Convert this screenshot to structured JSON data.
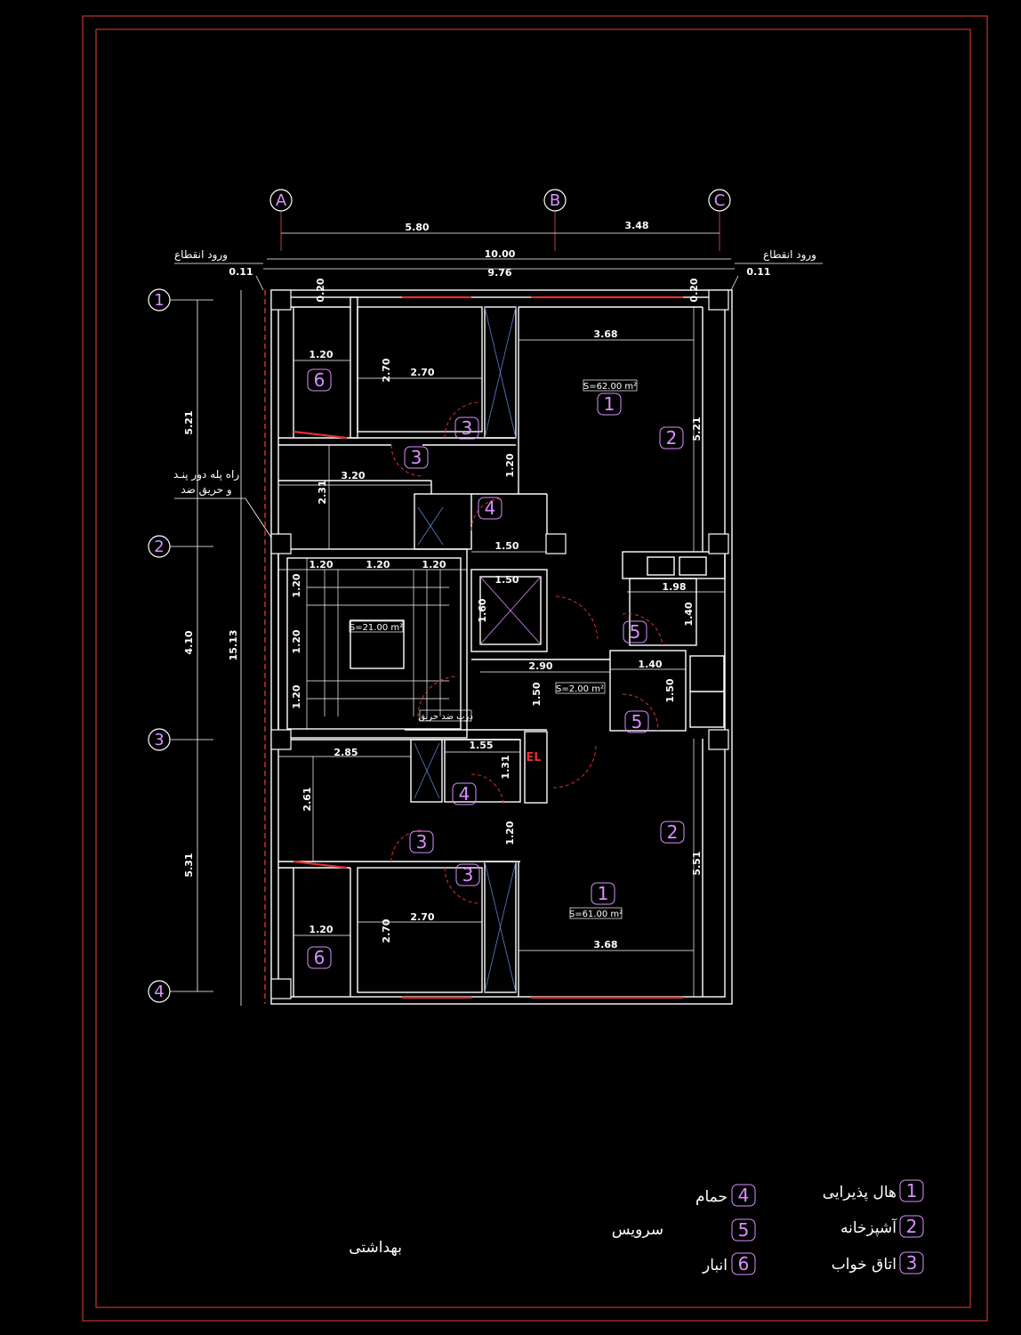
{
  "colors": {
    "background": "#000000",
    "frame": "#c0392b",
    "wall": "#ffffff",
    "window": "#e03030",
    "door_arc": "#e03030",
    "tag": "#d990ff",
    "grid_line": "#e05050"
  },
  "grid_axes": {
    "columns": [
      "A",
      "B",
      "C"
    ],
    "rows": [
      "1",
      "2",
      "3",
      "4"
    ]
  },
  "dimensions": {
    "top_ab": "5.80",
    "top_bc": "3.48",
    "total_outer": "10.00",
    "total_inner": "9.76",
    "offset_left": "0.11",
    "offset_right": "0.11",
    "left_1_2": "5.21",
    "left_2_3": "4.10",
    "left_3_4": "5.31",
    "left_total": "15.13",
    "wall_top_left": "0.20",
    "wall_top_right": "0.20",
    "top_room_3_68": "3.68",
    "bedroom_top_w": "2.70",
    "bedroom_top_h": "2.70",
    "storage_top_w": "1.20",
    "right_5_21": "5.21",
    "hall_3_20": "3.20",
    "hall_2_31": "2.31",
    "corr_1_20_top": "1.20",
    "bath_1_50": "1.50",
    "stair_1_20_a": "1.20",
    "stair_1_20_b": "1.20",
    "stair_1_20_c": "1.20",
    "stair_v_1": "1.20",
    "stair_v_2": "1.20",
    "stair_v_3": "1.20",
    "lift_1_50": "1.50",
    "lift_1_60": "1.60",
    "wc_1_98": "1.98",
    "wc_1_40_v": "1.40",
    "lobby_2_90": "2.90",
    "lobby_1_50": "1.50",
    "wc2_1_40": "1.40",
    "wc2_1_50": "1.50",
    "low_2_85": "2.85",
    "low_2_61": "2.61",
    "low_1_55": "1.55",
    "low_1_31": "1.31",
    "corr_1_20_bot": "1.20",
    "right_5_51": "5.51",
    "bedroom_bot_w": "2.70",
    "bedroom_bot_h": "2.70",
    "storage_bot_w": "1.20",
    "bot_room_3_68": "3.68"
  },
  "labels": {
    "entrance_left": "ورود انقطاع",
    "entrance_right": "ورود انقطاع",
    "stair_note_line1": "راه پله دور پنـد",
    "stair_note_line2": "و حریق ضد",
    "area_top": "S=62.00 m²",
    "area_stair": "S=21.00 m²",
    "area_lobby": "S=2.00 m²",
    "area_bottom": "S=61.00 m²",
    "fire_door": "درب ضد حریق",
    "elevator_mark": "EL"
  },
  "tags": {
    "t1": "1",
    "t2": "2",
    "t3a": "3",
    "t3b": "3",
    "t4a": "4",
    "t6a": "6",
    "t5a": "5",
    "t5b": "5",
    "t4b": "4",
    "t3c": "3",
    "t3d": "3",
    "t2b": "2",
    "t1b": "1",
    "t6b": "6"
  },
  "legend": [
    {
      "num": "1",
      "text": "ﻫﺎﻝ ﭘﺬﯾﺮﺍﯾﯽ"
    },
    {
      "num": "2",
      "text": "آشپزخانه"
    },
    {
      "num": "3",
      "text": "اتاق خواب"
    },
    {
      "num": "4",
      "text": "حمام"
    },
    {
      "num": "5",
      "text": "سرویس"
    },
    {
      "num": "6",
      "text": "انبار"
    }
  ],
  "legend_extra": "بهداشتی"
}
